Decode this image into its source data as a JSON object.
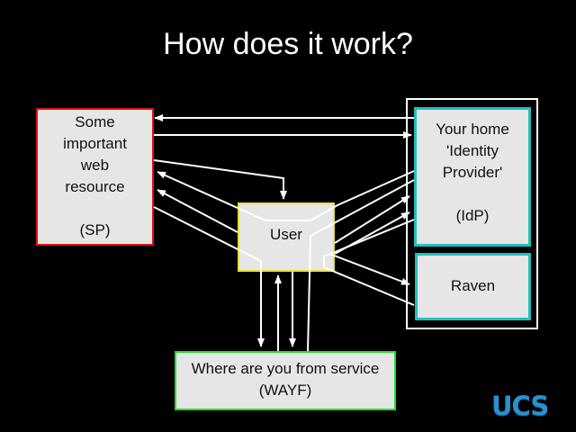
{
  "title": "How does it work?",
  "nodes": {
    "sp": {
      "lines": [
        "Some",
        "important",
        "web",
        "resource",
        "",
        "(SP)"
      ]
    },
    "user": {
      "label": "User"
    },
    "idp": {
      "lines": [
        "Your home",
        "'Identity",
        "Provider'",
        "",
        "(IdP)"
      ]
    },
    "raven": {
      "label": "Raven"
    },
    "wayf": {
      "lines": [
        "Where are you from service",
        "(WAYF)"
      ]
    }
  },
  "colors": {
    "sp_border": "#e01010",
    "user_border": "#e8e040",
    "idp_border": "#20c0c0",
    "wayf_border": "#20e020",
    "logo": "#2a90d0"
  },
  "logo": "UCS"
}
